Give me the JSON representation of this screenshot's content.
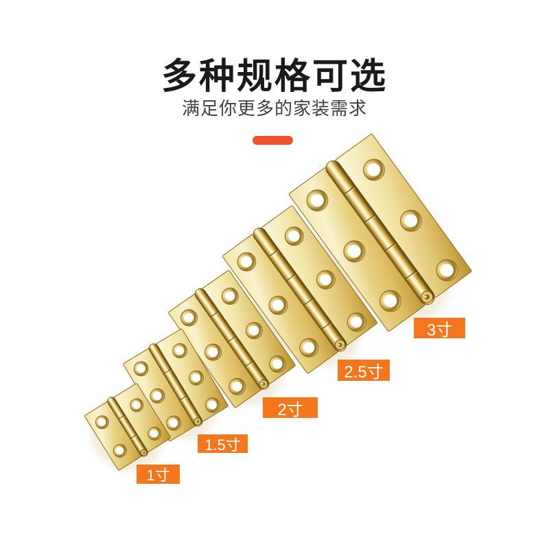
{
  "header": {
    "title": "多种规格可选",
    "subtitle": "满足你更多的家装需求"
  },
  "product": {
    "sizes": [
      {
        "label": "1寸"
      },
      {
        "label": "1.5寸"
      },
      {
        "label": "2寸"
      },
      {
        "label": "2.5寸"
      },
      {
        "label": "3寸"
      }
    ]
  },
  "colors": {
    "background": "#FFFFFF",
    "title_black": "#1A1A1A",
    "subtitle_gray": "#3F3F3F",
    "divider_red": "#F0512D",
    "accent_orange": "#F4771E",
    "badge_text": "#FFFFFF",
    "brass_light": "#FBF3CF",
    "brass_mid": "#E8CF82",
    "brass_deep": "#C49E3E",
    "brass_dark": "#6B4E14"
  }
}
